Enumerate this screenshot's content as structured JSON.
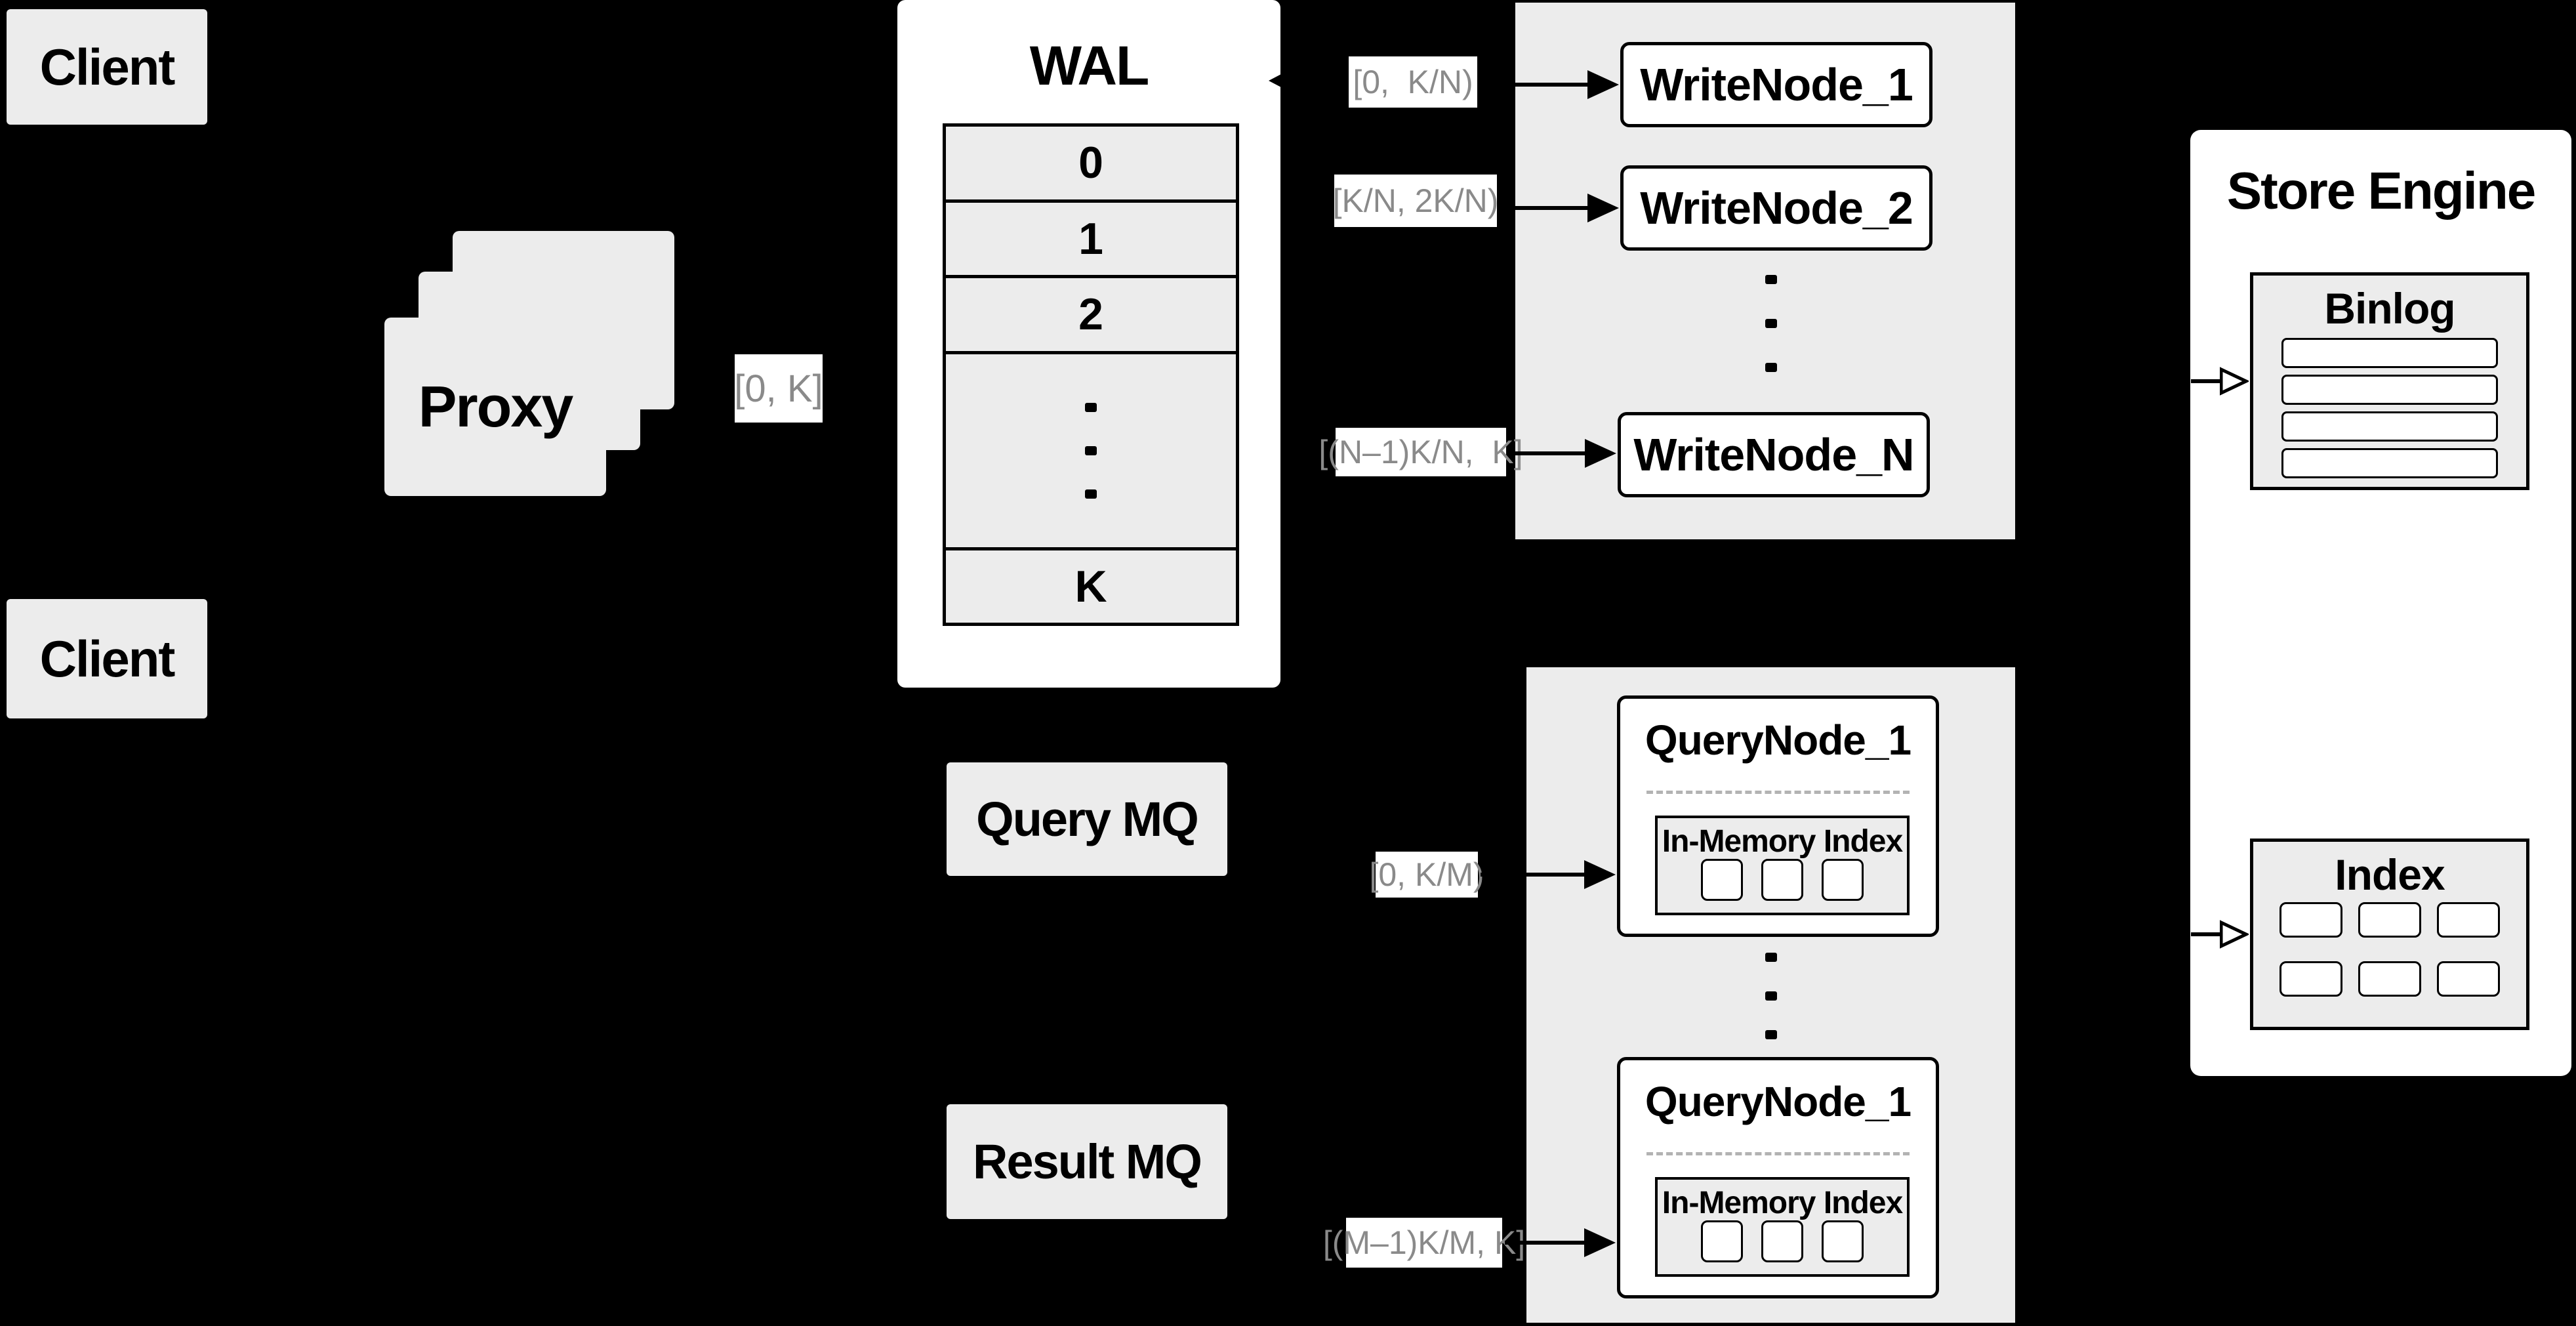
{
  "diagram": {
    "clients": {
      "top": "Client",
      "bottom": "Client"
    },
    "proxy": {
      "label": "Proxy",
      "range_label": "[0, K]"
    },
    "wal": {
      "title": "WAL",
      "rows": [
        "0",
        "1",
        "2"
      ],
      "last_row": "K",
      "dots_count": 3
    },
    "write_group": {
      "nodes": [
        "WriteNode_1",
        "WriteNode_2",
        "WriteNode_N"
      ],
      "range_labels": [
        "[0,  K/N)",
        "[K/N, 2K/N)",
        "[(N–1)K/N,  K]"
      ]
    },
    "store_engine": {
      "title": "Store Engine",
      "binlog": {
        "title": "Binlog",
        "slat_count": 4
      },
      "index": {
        "title": "Index",
        "cell_count": 6
      }
    },
    "mq": {
      "query": "Query MQ",
      "result": "Result MQ"
    },
    "query_group": {
      "nodes": [
        {
          "title": "QueryNode_1",
          "inner_title": "In-Memory Index",
          "square_count": 3
        },
        {
          "title": "QueryNode_1",
          "inner_title": "In-Memory Index",
          "square_count": 3
        }
      ],
      "range_labels": [
        "[0, K/M)",
        "[(M–1)K/M, K]"
      ]
    },
    "colors": {
      "background": "#000000",
      "panel": "#ececec",
      "surface": "#ffffff",
      "line": "#000000",
      "range_text": "#8a8a8a",
      "dashed_separator": "#b3b3b3"
    }
  }
}
